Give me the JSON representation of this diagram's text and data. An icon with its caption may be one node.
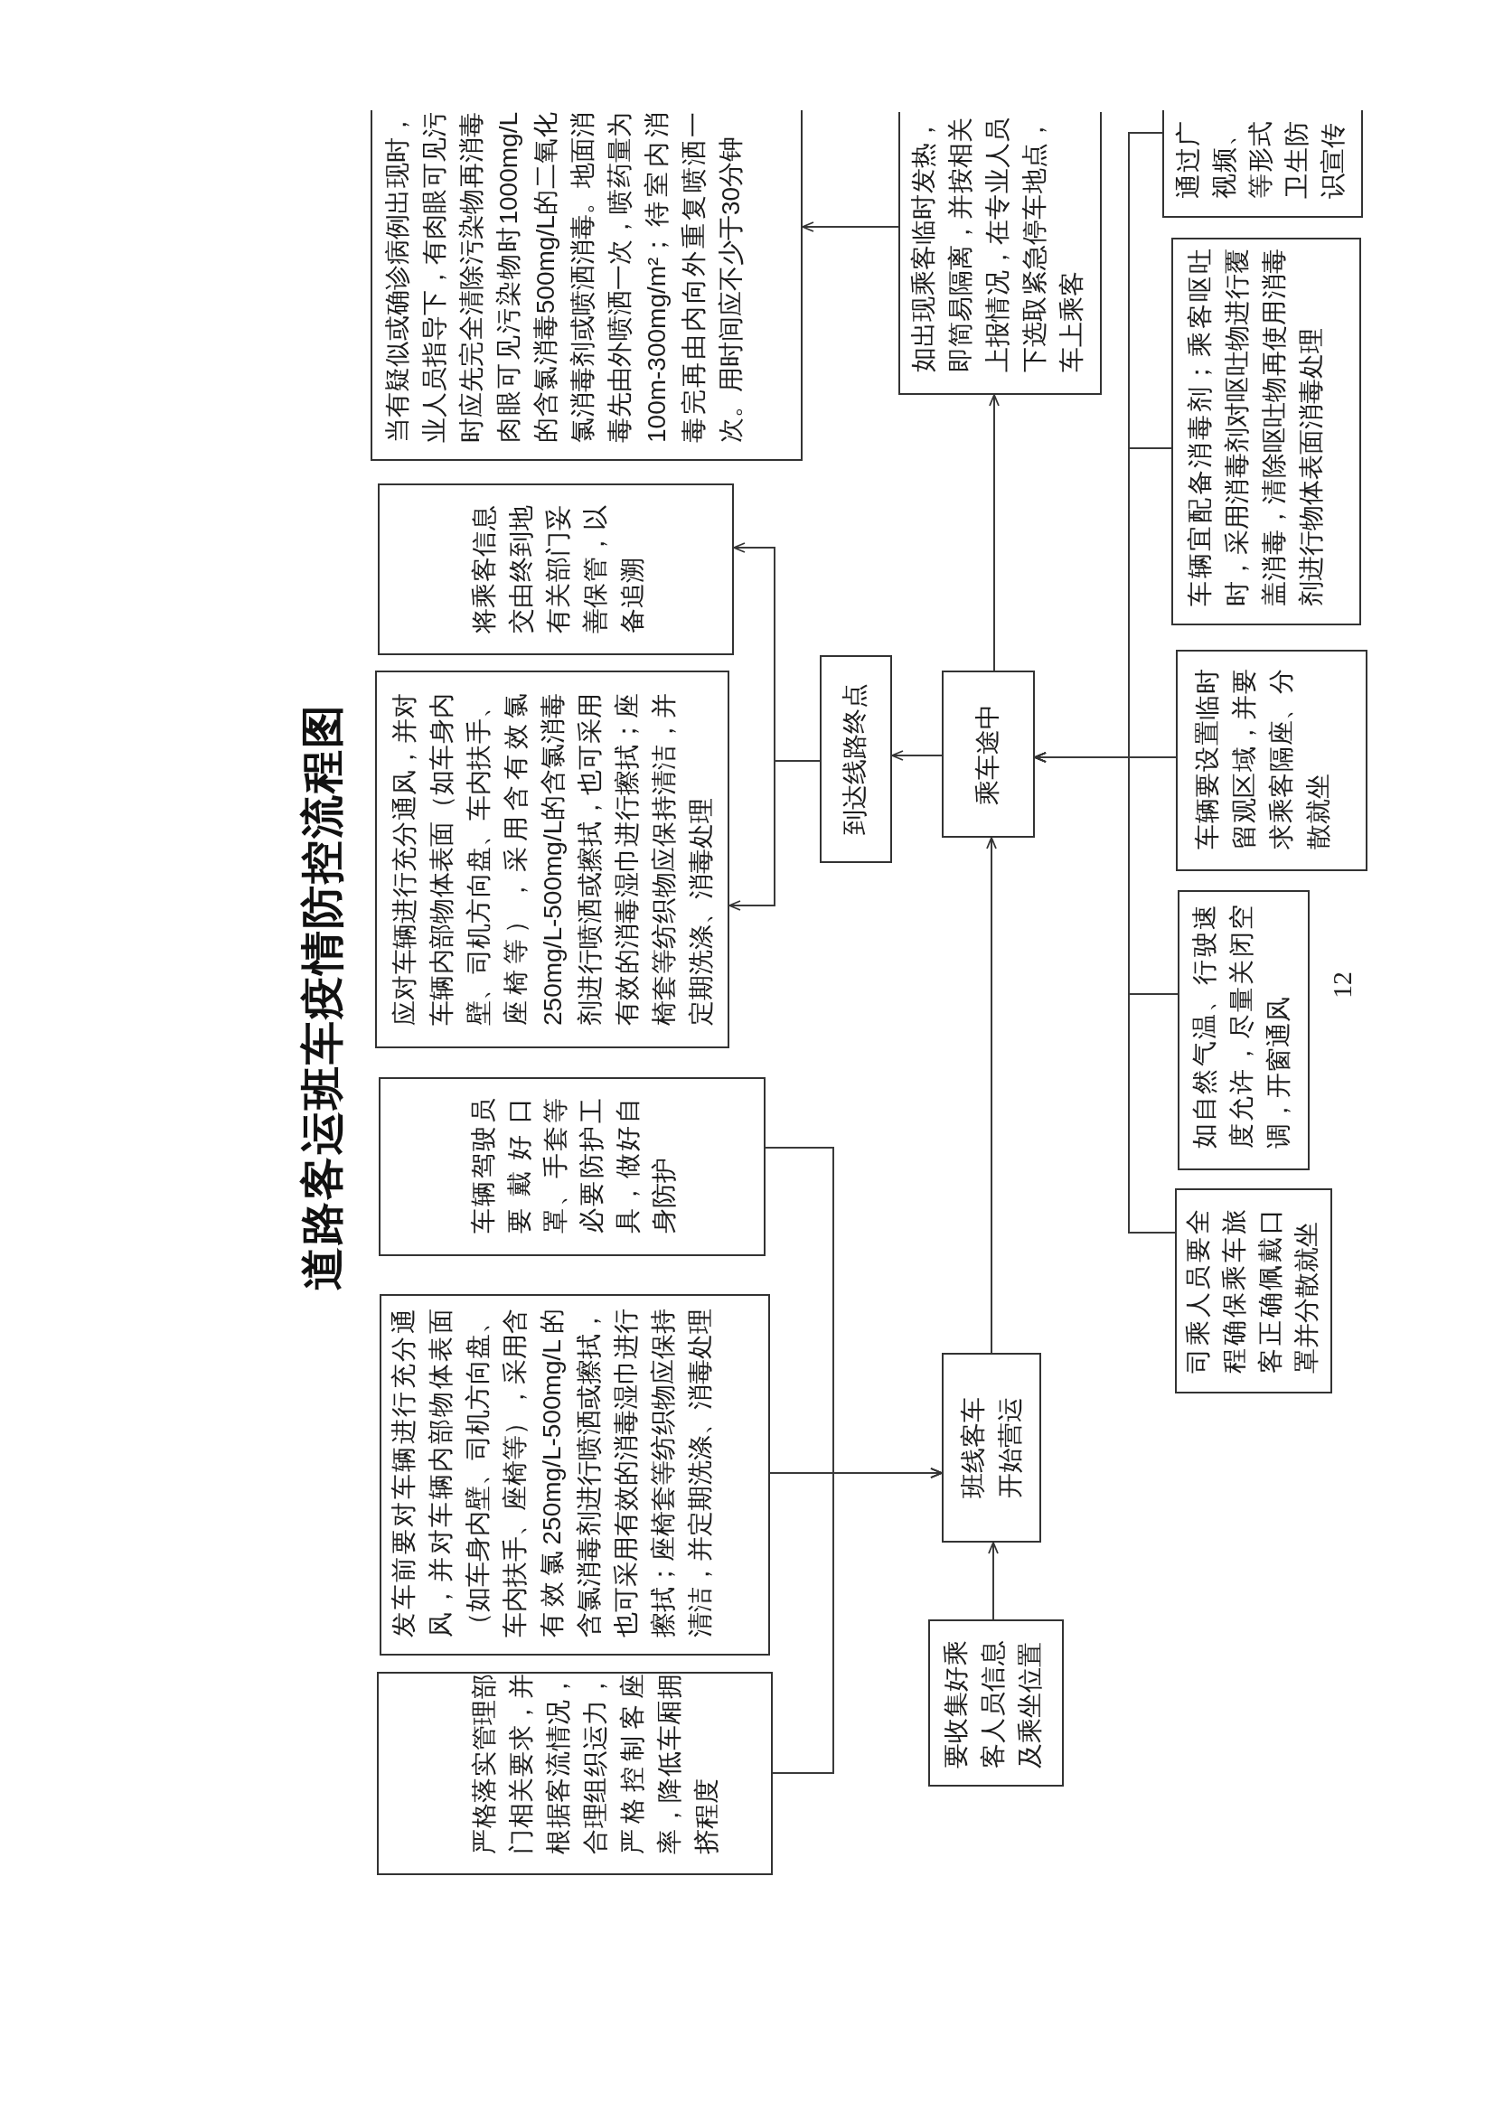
{
  "diagram": {
    "title": "道路客运班车疫情防控流程图",
    "nodes": [
      {
        "text": [
          "严格落实管理部门相关要求，并根据客流情况，合理组织运力，严格控制客座率，降低车厢拥挤程度"
        ]
      },
      {
        "text": [
          "要收集好乘客人员信息及乘坐位置"
        ]
      },
      {
        "text": [
          "发车前要对车辆进行充分通风，并对车辆内部物体表面（如车身内壁、司机方向盘、车内扶手、座椅等），采用含有效氯250mg/L-500mg/L的含氯消毒剂进行喷洒或擦拭，也可采用有效的消毒湿巾进行擦拭；座椅套等纺织物应保持清洁，并定期洗涤、消毒处理"
        ]
      },
      {
        "text": [
          "班线客车开始营运"
        ]
      },
      {
        "text": [
          "司乘人员要全程确保乘车旅客正确佩戴口罩并分散就坐"
        ]
      },
      {
        "text": [
          "车辆驾驶员要戴好口罩、手套等必要防护工具，做好自身防护"
        ]
      },
      {
        "text": [
          "如自然气温、行驶速度允许，尽量关闭空调，开窗通风"
        ]
      },
      {
        "text": [
          "应对车辆进行充分通风，并对车辆内部物体表面（如车身内壁、司机方向盘、车内扶手、座椅等），采用含有效氯250mg/L-500mg/L的含氯消毒剂进行喷洒或擦拭，也可采用有效的消毒湿巾进行擦拭；座椅套等纺织物应保持清洁，并定期洗涤、消毒处理"
        ]
      },
      {
        "text": [
          "到达线路终点"
        ]
      },
      {
        "text": [
          "乘车途中"
        ]
      },
      {
        "text": [
          "车辆要设置临时留观区域，并要求乘客隔座、分散就坐"
        ]
      },
      {
        "text": [
          "将乘客信息交由终到地有关部门妥善保管，以备追溯"
        ]
      },
      {
        "text": [
          "车辆宜配备消毒剂；乘客呕吐时，采用消毒剂对呕吐物进行覆盖消毒，清除呕吐物再使用消毒剂进行物体表面消毒处理"
        ]
      },
      {
        "text": [
          "当有疑似或确诊病例出现时，业人员指导下，有肉眼可见污时应先完全清除污染物再消毒肉眼可见污染物时1000mg/L的含氯消毒500mg/L的二氧化氯消毒剂或喷洒消毒。地面消毒先由外喷洒一次，喷药量为100m-300mg/m²；待室内消毒完再由内向外重复喷洒一次。用时间应不少于30分钟"
        ]
      },
      {
        "text": [
          "如出现乘客临时发热，即简易隔离，并按相关上报情况，在专业人员下选取紧急停车地点，车上乘客"
        ]
      },
      {
        "text": [
          "通过广视频、等形式卫生防识宣传"
        ]
      }
    ],
    "edges": [
      {
        "from": 1,
        "to": 3,
        "arrow": "to"
      },
      {
        "from": 0,
        "to": 3,
        "arrow": "to"
      },
      {
        "from": 2,
        "to": 3,
        "arrow": "to"
      },
      {
        "from": 5,
        "to": 3,
        "arrow": "to"
      },
      {
        "from": 3,
        "to": 9,
        "arrow": "to"
      },
      {
        "from": 4,
        "to": 9,
        "arrow": "to"
      },
      {
        "from": 6,
        "to": 9,
        "arrow": "to"
      },
      {
        "from": 10,
        "to": 9,
        "arrow": "to"
      },
      {
        "from": 12,
        "to": 9,
        "arrow": "to"
      },
      {
        "from": 15,
        "to": 9,
        "arrow": "to"
      },
      {
        "from": 9,
        "to": 8,
        "arrow": "to"
      },
      {
        "from": 8,
        "to": 7,
        "arrow": "to"
      },
      {
        "from": 8,
        "to": 11,
        "arrow": "to"
      },
      {
        "from": 9,
        "to": 14,
        "arrow": "to"
      },
      {
        "from": 14,
        "to": 13,
        "arrow": "to"
      }
    ],
    "labels": [
      "12"
    ]
  }
}
